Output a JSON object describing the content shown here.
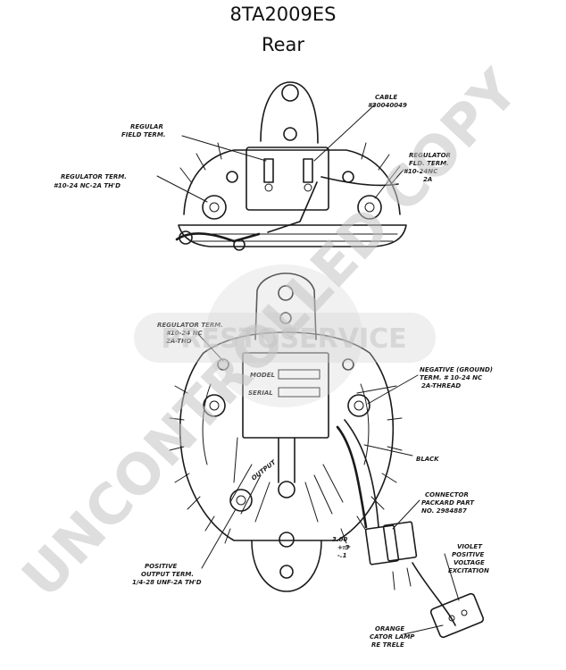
{
  "title": "8TA2009ES",
  "subtitle": "Rear",
  "watermark": {
    "diagonal_text": "UNCONTROLLED COPY",
    "badge_text": "PRESTOSERVICE",
    "color": "#c4c4c4"
  },
  "top_view_labels": {
    "regular_field_term": [
      "REGULAR",
      "FIELD TERM."
    ],
    "cable": [
      "CABLE",
      "#30040049"
    ],
    "regulator_term": [
      "REGULATOR TERM.",
      "#10-24 NC-2A TH'D"
    ],
    "regulator_fld_term": [
      "REGULATOR",
      "FLD. TERM.",
      "#10-24NC",
      "2A"
    ]
  },
  "bottom_view_labels": {
    "regulator_term": [
      "REGULATOR TERM.",
      "#10-24 NC",
      "2A-THD"
    ],
    "model": "MODEL",
    "serial": "SERIAL",
    "negative_term": [
      "NEGATIVE (GROUND)",
      "TERM. # 10-24 NC",
      "2A-THREAD"
    ],
    "black": "BLACK",
    "output": "OUTPUT",
    "connector": [
      "CONNECTOR",
      "PACKARD PART",
      "NO. 2984887"
    ],
    "dims": [
      "3.00",
      "+.3",
      "-.1"
    ],
    "violet": [
      "VIOLET",
      "POSITIVE",
      "VOLTAGE",
      "EXCITATION"
    ],
    "positive_output": [
      "POSITIVE",
      "OUTPUT TERM.",
      "1/4-28 UNF-2A TH'D"
    ],
    "orange": [
      "ORANGE",
      "CATOR LAMP",
      "RE TRELE"
    ]
  }
}
